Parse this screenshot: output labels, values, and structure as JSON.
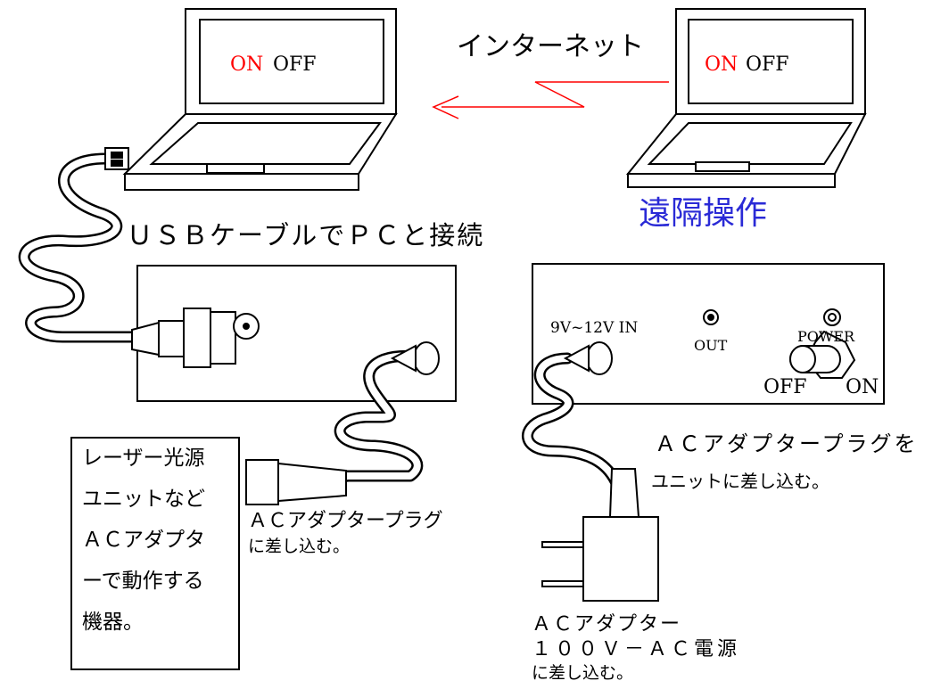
{
  "left_laptop": {
    "screen_on": "ON",
    "screen_off": "OFF"
  },
  "right_laptop": {
    "screen_on": "ON",
    "screen_off": "OFF"
  },
  "internet_label": "インターネット",
  "remote_label": "遠隔操作",
  "usb_label": "ＵＳＢケーブルでＰＣと接続",
  "right_unit": {
    "input_label": "9V~12V  IN",
    "out_label": "OUT",
    "power_label": "POWER",
    "switch_off": "OFF",
    "switch_on": "ON"
  },
  "device_box": {
    "lines": [
      "レーザー光源",
      "ユニットなど",
      "ＡＣアダプタ",
      "ーで動作する",
      "機器。"
    ]
  },
  "left_plug_label": [
    "ＡＣアダプタープラグ",
    "に差し込む。"
  ],
  "right_plug_label": [
    "ＡＣアダプタープラグを",
    "ユニットに差し込む。"
  ],
  "adapter_label": [
    "ＡＣアダプター",
    "１００Ｖ－ＡＣ電源",
    "に差し込む。"
  ],
  "colors": {
    "accent_red": "#ff0000",
    "remote_blue": "#2a2ad6",
    "line": "#000000"
  }
}
